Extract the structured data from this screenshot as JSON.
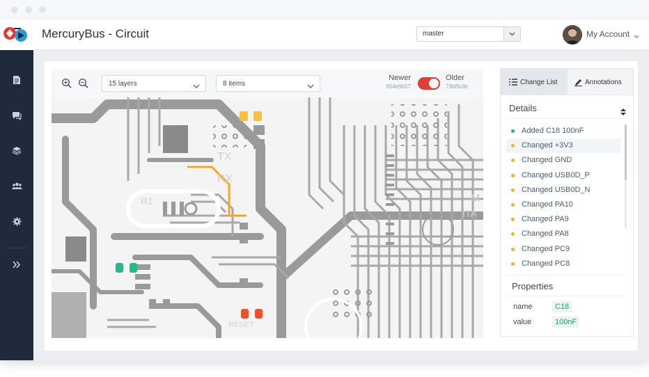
{
  "window": {
    "dot_color": "#e2e4e8"
  },
  "header": {
    "app_title": "MercuryBus - Circuit",
    "branch": "master",
    "account_label": "My Account"
  },
  "sidebar": {
    "items": [
      {
        "icon": "document-icon"
      },
      {
        "icon": "comments-icon"
      },
      {
        "icon": "layers-icon"
      },
      {
        "icon": "users-icon"
      },
      {
        "icon": "gear-icon"
      },
      {
        "icon": "double-chevron-right-icon"
      }
    ]
  },
  "toolbar": {
    "layers_select": "15 layers",
    "items_select": "8 items",
    "newer": {
      "label": "Newer",
      "hash": "654e9b57"
    },
    "older": {
      "label": "Older",
      "hash": "79bf5c9c"
    },
    "toggle_on": true
  },
  "panel": {
    "tabs": [
      {
        "label": "Change List",
        "icon": "list-icon",
        "active": true
      },
      {
        "label": "Annotations",
        "icon": "pencil-icon",
        "active": false
      }
    ],
    "details_title": "Details",
    "changes": [
      {
        "text": "Added C18 100nF",
        "status": "added"
      },
      {
        "text": "Changed +3V3",
        "status": "changed"
      },
      {
        "text": "Changed GND",
        "status": "changed"
      },
      {
        "text": "Changed USB0D_P",
        "status": "changed"
      },
      {
        "text": "Changed USB0D_N",
        "status": "changed"
      },
      {
        "text": "Changed PA10",
        "status": "changed"
      },
      {
        "text": "Changed PA9",
        "status": "changed"
      },
      {
        "text": "Changed PA8",
        "status": "changed"
      },
      {
        "text": "Changed PC9",
        "status": "changed"
      },
      {
        "text": "Changed PC8",
        "status": "changed"
      }
    ],
    "properties_title": "Properties",
    "properties": [
      {
        "name": "name",
        "value": "C18"
      },
      {
        "name": "value",
        "value": "100nF"
      }
    ]
  },
  "pcb": {
    "silkscreen": {
      "tx": "TX",
      "rx": "RX",
      "r1": "R1",
      "m": "M",
      "ita": "ITA",
      "reset": "RESET"
    }
  },
  "colors": {
    "sidebar_bg": "#1f2a3a",
    "accent_red": "#e23b32",
    "added": "#2bb673",
    "changed": "#f0b030",
    "trace_gray": "#9a9a9a",
    "highlight_orange": "#f5a623",
    "component_green": "#2bb68a",
    "component_red": "#e8532b"
  }
}
